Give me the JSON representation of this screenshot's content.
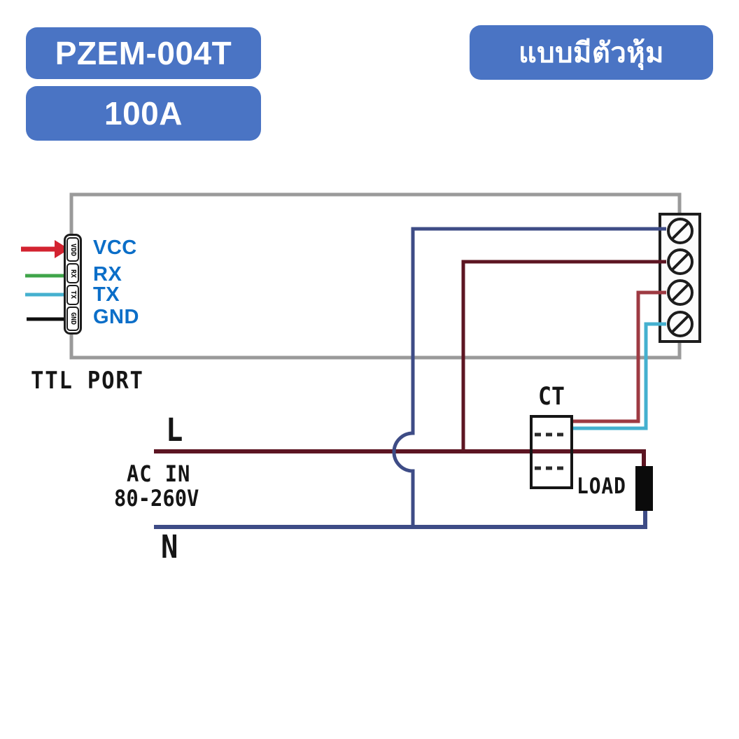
{
  "badges": {
    "model": "PZEM-004T",
    "rating": "100A",
    "type_thai": "แบบมีตัวหุ้ม"
  },
  "diagram": {
    "ttl_port_label": "TTL PORT",
    "pins": [
      {
        "pin": "VDD",
        "signal": "VCC"
      },
      {
        "pin": "RX",
        "signal": "RX"
      },
      {
        "pin": "TX",
        "signal": "TX"
      },
      {
        "pin": "GND",
        "signal": "GND"
      }
    ],
    "ct_label": "CT",
    "load_label": "LOAD",
    "line_live_label": "L",
    "line_neutral_label": "N",
    "ac_in_line1": "AC IN",
    "ac_in_line2": "80-260V"
  },
  "colors": {
    "badge_blue": "#4a74c4",
    "signal_label_blue": "#0b6ec8",
    "module_outline_gray": "#9a9a9a",
    "wire_navy": "#3e4c86",
    "wire_dark_red": "#5c1522",
    "wire_red": "#9e3a42",
    "wire_cyan": "#45b0cf",
    "wire_green": "#3fa54a",
    "wire_black": "#0f0f0f",
    "arrow_red": "#d32330",
    "terminal_stroke": "#1d1d1d",
    "load_black": "#0b0b0b"
  }
}
